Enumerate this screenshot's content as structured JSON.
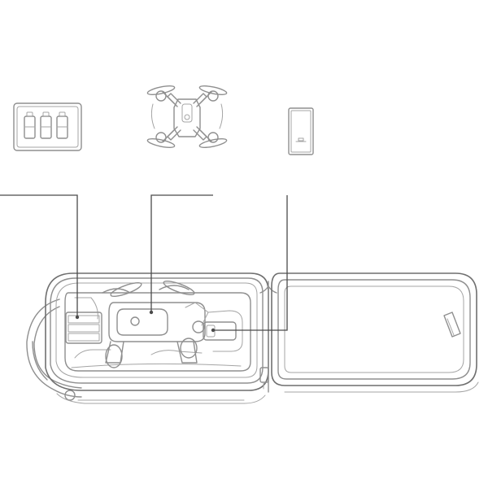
{
  "figure": {
    "background": "#ffffff",
    "line_color": "#8f8f8f",
    "callout_color": "#4a4a4a"
  },
  "items": [
    {
      "name": "battery-charging-hub",
      "icon": "charging-hub-icon"
    },
    {
      "name": "drone",
      "icon": "quadcopter-icon"
    },
    {
      "name": "spare-battery",
      "icon": "battery-icon"
    }
  ],
  "case": {
    "icon": "carrying-case-icon"
  }
}
